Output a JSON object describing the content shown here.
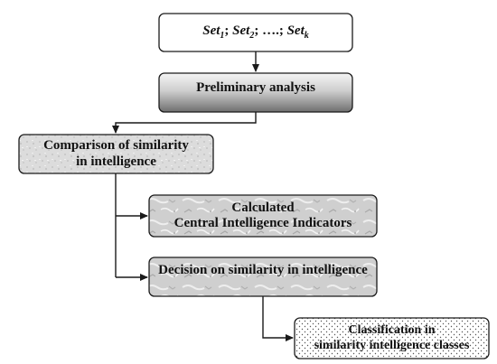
{
  "nodes": {
    "sets": {
      "parts": [
        {
          "name": "Set",
          "sub": "1",
          "sep": "; "
        },
        {
          "name": "Set",
          "sub": "2",
          "sep": "; …."
        },
        {
          "name": "",
          "sub": "",
          "sep": "; "
        },
        {
          "name": "Set",
          "sub": "k",
          "sep": ""
        }
      ]
    },
    "preliminary": {
      "lines": [
        "Preliminary analysis"
      ]
    },
    "comparison": {
      "lines": [
        "Comparison of similarity",
        "in intelligence"
      ]
    },
    "calculated": {
      "lines": [
        "Calculated",
        "Central Intelligence Indicators"
      ]
    },
    "decision": {
      "lines": [
        "Decision on similarity in intelligence"
      ]
    },
    "classification": {
      "lines": [
        "Classification in",
        "similarity intelligence classes"
      ]
    }
  },
  "colors": {
    "stroke": "#1a1a1a",
    "gray_fill": "#d9d9d9",
    "gradient_dark": "#7a7a7a",
    "gradient_light": "#f2f2f2"
  }
}
